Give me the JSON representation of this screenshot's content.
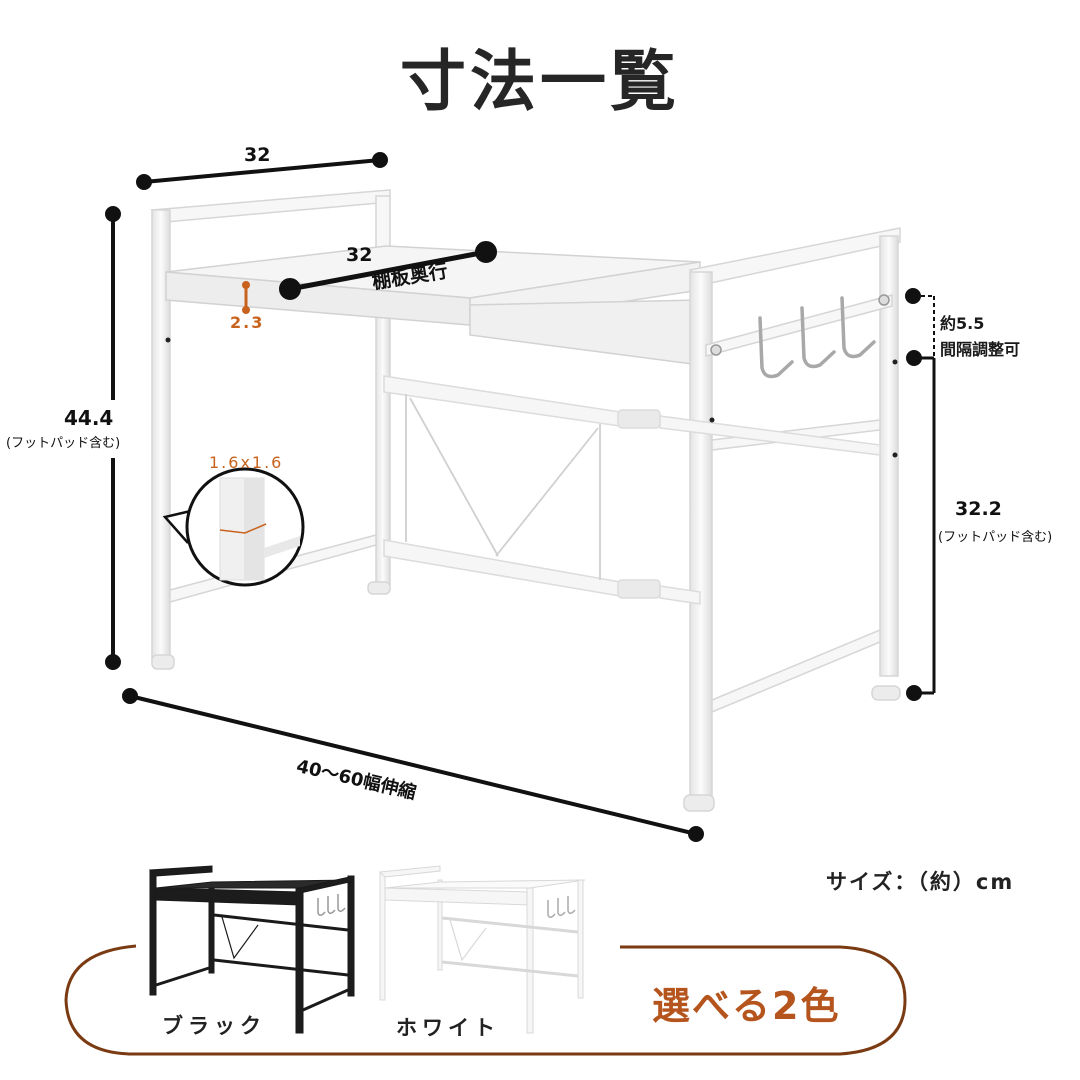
{
  "title": "寸法一覧",
  "dimensions": {
    "top_depth": "32",
    "shelf_depth_value": "32",
    "shelf_depth_label": "棚板奥行",
    "shelf_thickness": "2.3",
    "total_height_value": "44.4",
    "total_height_note": "(フットパッド含む)",
    "leg_section": "1.6x1.6",
    "hook_gap_value": "約5.5",
    "hook_gap_label": "間隔調整可",
    "inner_height_value": "32.2",
    "inner_height_note": "(フットパッド含む)",
    "width_range": "40～60幅伸縮"
  },
  "size_unit_note": "サイズ：（約）cm",
  "colors": {
    "heading": "選べる2色",
    "options": [
      {
        "name": "ブラック",
        "swatch": "#1c1c1c"
      },
      {
        "name": "ホワイト",
        "swatch": "#f2f2f2"
      }
    ]
  },
  "theme": {
    "accent_orange": "#c8621c",
    "frame_brown": "#7a3a12",
    "dimension_line": "#111111"
  }
}
